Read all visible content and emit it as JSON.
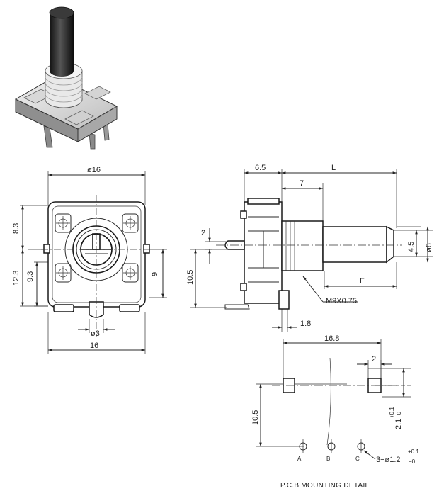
{
  "front_view": {
    "width_top": "ø16",
    "height_upper": "8.3",
    "height_total": "12.3",
    "height_mid": "9.3",
    "right_height": "9",
    "pin_dia": "ø3",
    "width_bottom": "16"
  },
  "side_view": {
    "body_len": "6.5",
    "shaft_len": "L",
    "thread_len": "7",
    "pin_width": "2",
    "flat_dia": "4.5",
    "shaft_dia": "ø6",
    "height": "10.5",
    "flat_len": "F",
    "thread_spec": "M9X0.75",
    "lead_width": "1.8"
  },
  "pcb_layout": {
    "span": "16.8",
    "pad_width": "2",
    "vertical": "10.5",
    "pad_tol_main": "2.1",
    "pad_tol_up": "+0.1",
    "pad_tol_down": "−0",
    "hole_spec": "3−ø1.2",
    "hole_tol_up": "+0.1",
    "hole_tol_down": "−0",
    "pin_a": "A",
    "pin_b": "B",
    "pin_c": "C",
    "title": "P.C.B MOUNTING DETAIL"
  }
}
